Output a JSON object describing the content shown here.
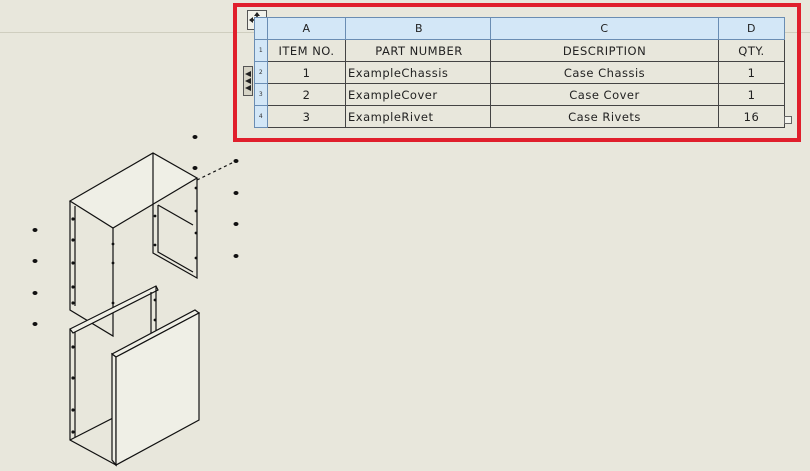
{
  "bom_table": {
    "columns": [
      "A",
      "B",
      "C",
      "D"
    ],
    "row_numbers": [
      "1",
      "2",
      "3",
      "4"
    ],
    "header": {
      "item_no": "ITEM NO.",
      "part_number": "PART NUMBER",
      "description": "DESCRIPTION",
      "qty": "QTY."
    },
    "rows": [
      {
        "item_no": "1",
        "part_number": "ExampleChassis",
        "description": "Case Chassis",
        "qty": "1"
      },
      {
        "item_no": "2",
        "part_number": "ExampleCover",
        "description": "Case Cover",
        "qty": "1"
      },
      {
        "item_no": "3",
        "part_number": "ExampleRivet",
        "description": "Case Rivets",
        "qty": "16"
      }
    ]
  },
  "colors": {
    "highlight_frame": "#e01f2c",
    "sheet_background": "#e8e7dc",
    "header_fill": "#d3e7f7"
  },
  "icons": {
    "move_handle": "move-arrows-icon",
    "collapse_tab": "collapse-arrows-icon"
  }
}
